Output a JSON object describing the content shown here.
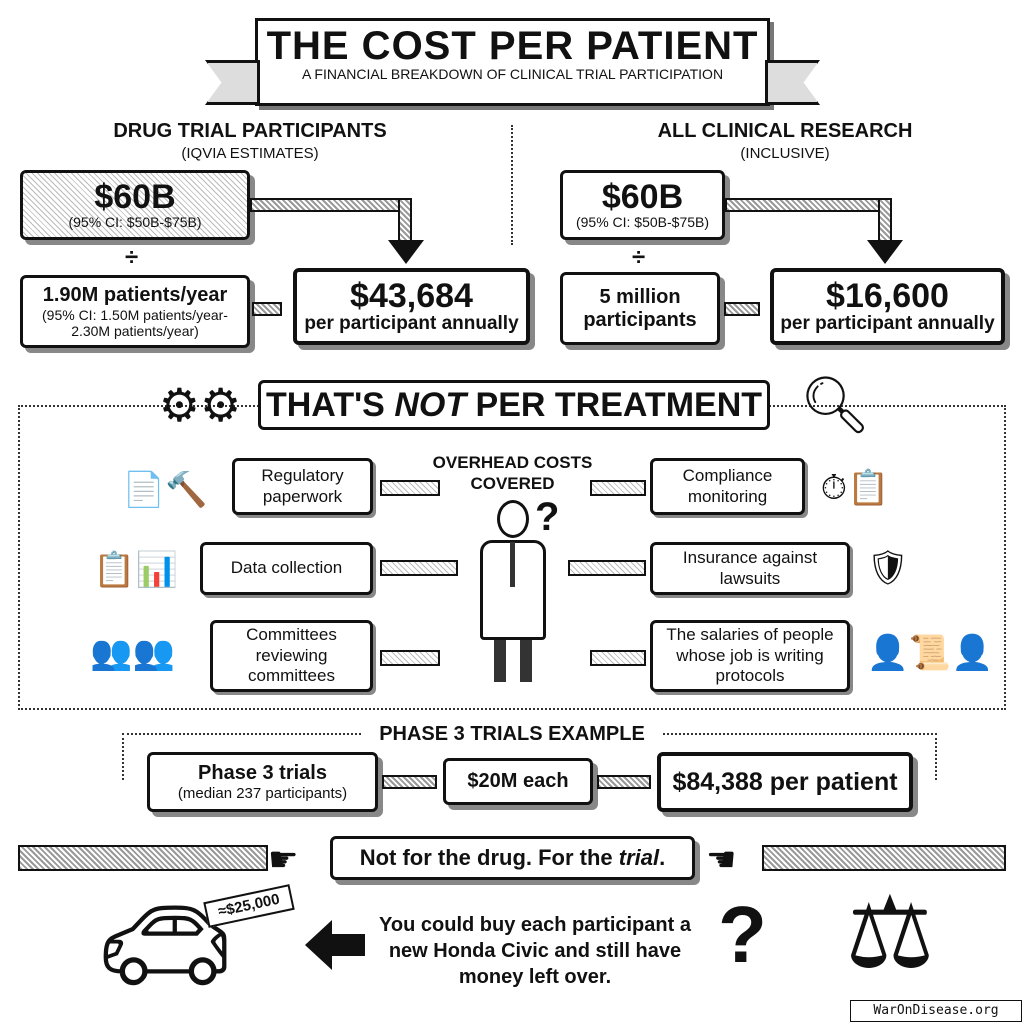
{
  "title": "THE COST PER PATIENT",
  "subtitle": "A FINANCIAL BREAKDOWN OF CLINICAL TRIAL PARTICIPATION",
  "left": {
    "heading": "DRUG TRIAL PARTICIPANTS",
    "subheading": "(IQVIA ESTIMATES)",
    "total": "$60B",
    "total_ci": "(95% CI: $50B-$75B)",
    "divide": "÷",
    "patients": "1.90M patients/year",
    "patients_ci": "(95% CI: 1.50M patients/year-2.30M patients/year)",
    "result": "$43,684",
    "result_label": "per participant annually"
  },
  "right": {
    "heading": "ALL CLINICAL RESEARCH",
    "subheading": "(INCLUSIVE)",
    "total": "$60B",
    "total_ci": "(95% CI: $50B-$75B)",
    "divide": "÷",
    "patients": "5 million participants",
    "result": "$16,600",
    "result_label": "per participant annually"
  },
  "section": {
    "banner_pre": "THAT'S ",
    "banner_em": "NOT",
    "banner_post": " PER TREATMENT",
    "center_label": "OVERHEAD COSTS COVERED",
    "question": "?",
    "left_items": [
      "Regulatory paperwork",
      "Data collection",
      "Committees reviewing committees"
    ],
    "right_items": [
      "Compliance monitoring",
      "Insurance against lawsuits",
      "The salaries of people whose job is writing protocols"
    ]
  },
  "phase3": {
    "heading": "PHASE 3 TRIALS EXAMPLE",
    "trials": "Phase 3 trials",
    "trials_sub": "(median 237 participants)",
    "cost": "$20M each",
    "result": "$84,388 per patient"
  },
  "bottom": {
    "callout_pre": "Not for the drug. For the ",
    "callout_em": "trial",
    "callout_post": ".",
    "price_tag": "≈$25,000",
    "message": "You could buy each participant a new Honda Civic and still have money left over.",
    "question": "?"
  },
  "watermark": "WarOnDisease.org"
}
